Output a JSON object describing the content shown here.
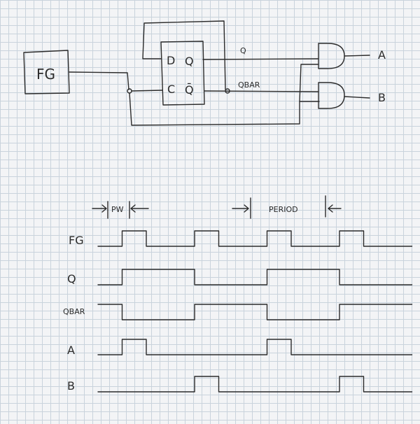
{
  "circuit": {
    "function_generator": "FG",
    "flip_flop": {
      "d_pin": "D",
      "clk_pin": "C",
      "q_pin": "Q",
      "qbar_pin": "Q̄"
    },
    "wire_labels": {
      "q": "Q",
      "qbar": "QBAR"
    },
    "outputs": {
      "a": "A",
      "b": "B"
    }
  },
  "timing": {
    "pw_label": "PW",
    "period_label": "PERIOD",
    "signals": [
      {
        "name": "FG",
        "levels": [
          0,
          1,
          0,
          0,
          1,
          0,
          0,
          1,
          0,
          0,
          1,
          0,
          0
        ]
      },
      {
        "name": "Q",
        "levels": [
          0,
          1,
          1,
          1,
          0,
          0,
          0,
          1,
          1,
          1,
          0,
          0,
          0
        ]
      },
      {
        "name": "QBAR",
        "levels": [
          1,
          0,
          0,
          0,
          1,
          1,
          1,
          0,
          0,
          0,
          1,
          1,
          1
        ]
      },
      {
        "name": "A",
        "levels": [
          0,
          1,
          0,
          0,
          0,
          0,
          0,
          1,
          0,
          0,
          0,
          0,
          0
        ]
      },
      {
        "name": "B",
        "levels": [
          0,
          0,
          0,
          0,
          1,
          0,
          0,
          0,
          0,
          0,
          1,
          0,
          0
        ]
      }
    ]
  }
}
